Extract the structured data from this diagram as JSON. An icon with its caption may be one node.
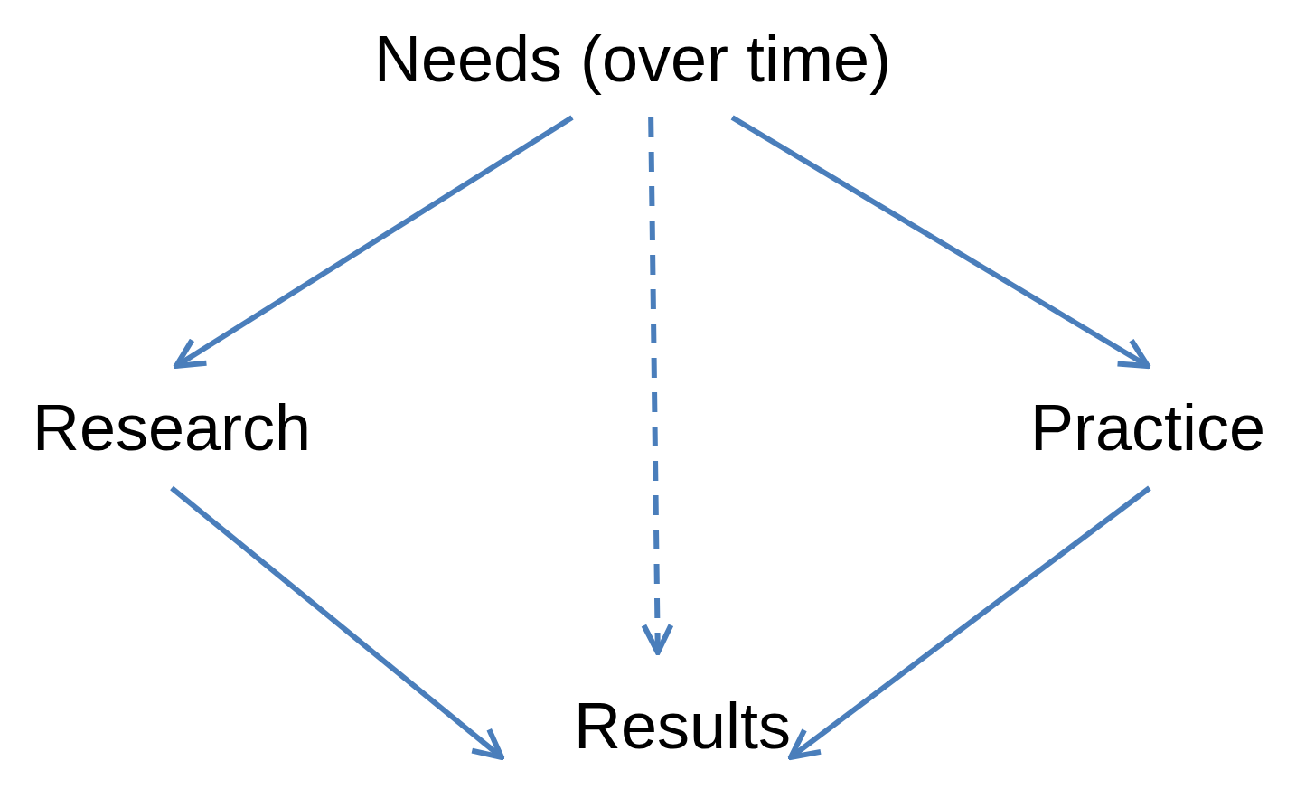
{
  "diagram": {
    "nodes": [
      {
        "text": [
          "Needs (over time)"
        ]
      },
      {
        "text": [
          "Research"
        ]
      },
      {
        "text": [
          "Practice"
        ]
      },
      {
        "text": [
          "Results"
        ]
      }
    ],
    "edges": [
      {
        "from": 0,
        "to": 1,
        "arrow": "to"
      },
      {
        "from": 0,
        "to": 2,
        "arrow": "to"
      },
      {
        "from": 0,
        "to": 3,
        "arrow": "to",
        "style": "dashed"
      },
      {
        "from": 1,
        "to": 3,
        "arrow": "to"
      },
      {
        "from": 2,
        "to": 3,
        "arrow": "to"
      }
    ]
  }
}
